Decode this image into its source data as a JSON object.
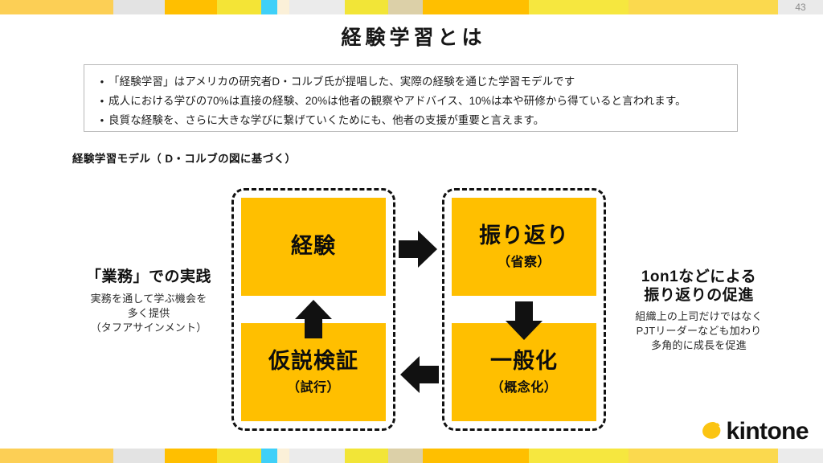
{
  "page": {
    "number": "43",
    "title": "経験学習とは"
  },
  "top_bar": {
    "segments": [
      {
        "color": "#FCCF55",
        "width": 141
      },
      {
        "color": "#E3E3E3",
        "width": 64
      },
      {
        "color": "#FFBF00",
        "width": 65
      },
      {
        "color": "#F4E436",
        "width": 55
      },
      {
        "color": "#3FD0F8",
        "width": 20
      },
      {
        "color": "#FBF0D8",
        "width": 15
      },
      {
        "color": "#EBEBEB",
        "width": 69
      },
      {
        "color": "#F2E537",
        "width": 54
      },
      {
        "color": "#DCD0A8",
        "width": 43
      },
      {
        "color": "#FFBF00",
        "width": 132
      },
      {
        "color": "#F6E73F",
        "width": 124
      },
      {
        "color": "#FBD94E",
        "width": 186
      },
      {
        "color": "#EBEBEB",
        "width": 56
      }
    ]
  },
  "bottom_bar": {
    "segments": [
      {
        "color": "#FCCF55",
        "width": 141
      },
      {
        "color": "#E3E3E3",
        "width": 64
      },
      {
        "color": "#FFBF00",
        "width": 65
      },
      {
        "color": "#F4E436",
        "width": 55
      },
      {
        "color": "#3FD0F8",
        "width": 20
      },
      {
        "color": "#FBF0D8",
        "width": 15
      },
      {
        "color": "#EBEBEB",
        "width": 69
      },
      {
        "color": "#F2E537",
        "width": 54
      },
      {
        "color": "#DCD0A8",
        "width": 43
      },
      {
        "color": "#FFBF00",
        "width": 132
      },
      {
        "color": "#F6E73F",
        "width": 124
      },
      {
        "color": "#FBD94E",
        "width": 186
      },
      {
        "color": "#EBEBEB",
        "width": 56
      }
    ]
  },
  "bullets": {
    "marker": "•",
    "items": [
      "「経験学習」はアメリカの研究者D・コルブ氏が提唱した、実際の経験を通じた学習モデルです",
      "成人における学びの70%は直接の経験、20%は他者の観察やアドバイス、10%は本や研修から得ていると言われます。",
      "良質な経験を、さらに大きな学びに繋げていくためにも、他者の支援が重要と言えます。"
    ]
  },
  "sub_heading": "経験学習モデル（ D・コルブの図に基づく）",
  "diagram": {
    "accent_color": "#FFBF00",
    "outline_color": "#111111",
    "cells": [
      {
        "key": "experience",
        "main": "経験",
        "sub": ""
      },
      {
        "key": "reflection",
        "main": "振り返り",
        "sub": "（省察）"
      },
      {
        "key": "hypothesis",
        "main": "仮説検証",
        "sub": "（試行）"
      },
      {
        "key": "generalization",
        "main": "一般化",
        "sub": "（概念化）"
      }
    ],
    "arrows": [
      {
        "key": "experience-to-reflection",
        "direction": "right"
      },
      {
        "key": "reflection-to-generalization",
        "direction": "down"
      },
      {
        "key": "generalization-to-hypothesis",
        "direction": "left"
      },
      {
        "key": "hypothesis-to-experience",
        "direction": "up"
      }
    ]
  },
  "captions": {
    "left": {
      "title": "「業務」での実践",
      "body": "実務を通して学ぶ機会を\n多く提供\n（タフアサインメント）"
    },
    "right": {
      "title": "1on1などによる\n振り返りの促進",
      "body": "組織上の上司だけではなく\nPJTリーダーなども加わり\n多角的に成長を促進"
    }
  },
  "logo": {
    "text": "kintone",
    "mark_color": "#FBC412"
  }
}
